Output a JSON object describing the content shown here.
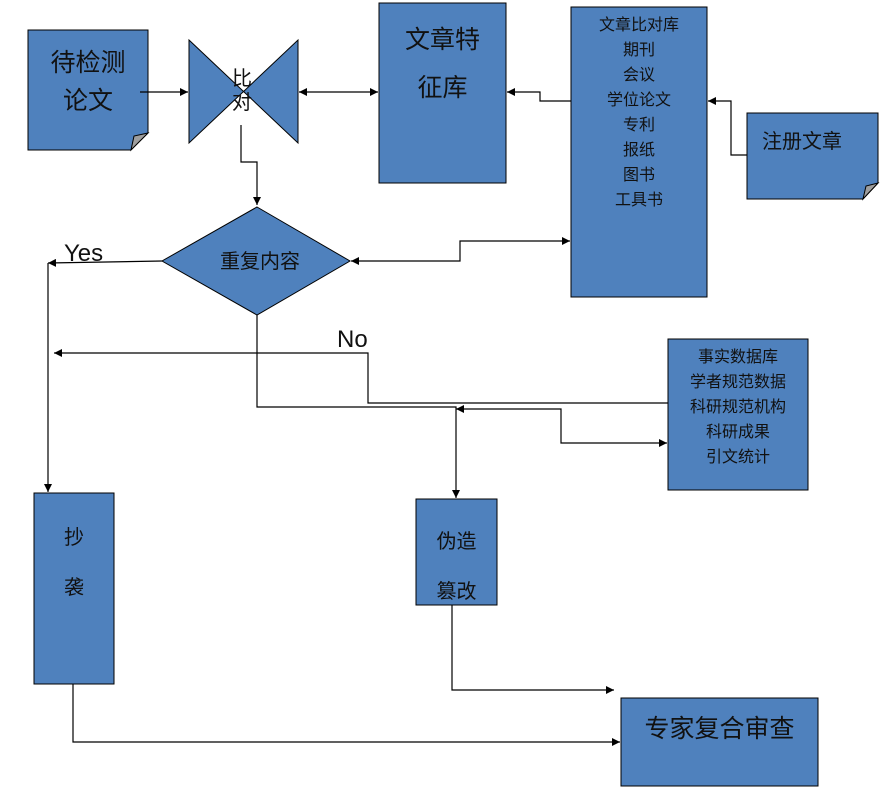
{
  "colors": {
    "fill": "#4F81BD",
    "stroke": "#000000",
    "shadow": "#9E9E9E"
  },
  "nodes": {
    "pending": {
      "lines": [
        "待检测",
        "论文"
      ]
    },
    "compare": {
      "lines": [
        "比",
        "对"
      ]
    },
    "feature_db": {
      "lines": [
        "文章特",
        "征库"
      ]
    },
    "compare_db": {
      "lines": [
        "文章比对库",
        "期刊",
        "会议",
        "学位论文",
        "专利",
        "报纸",
        "图书",
        "工具书"
      ]
    },
    "register": {
      "label": "注册文章"
    },
    "duplicate": {
      "label": "重复内容"
    },
    "fact_db": {
      "lines": [
        "事实数据库",
        "学者规范数据",
        "科研规范机构",
        "科研成果",
        "引文统计"
      ]
    },
    "plagiarism": {
      "lines": [
        "抄",
        "袭"
      ]
    },
    "forgery": {
      "lines": [
        "伪造",
        "篡改"
      ]
    },
    "expert": {
      "label": "专家复合审查"
    }
  },
  "edge_labels": {
    "yes": "Yes",
    "no": "No"
  }
}
